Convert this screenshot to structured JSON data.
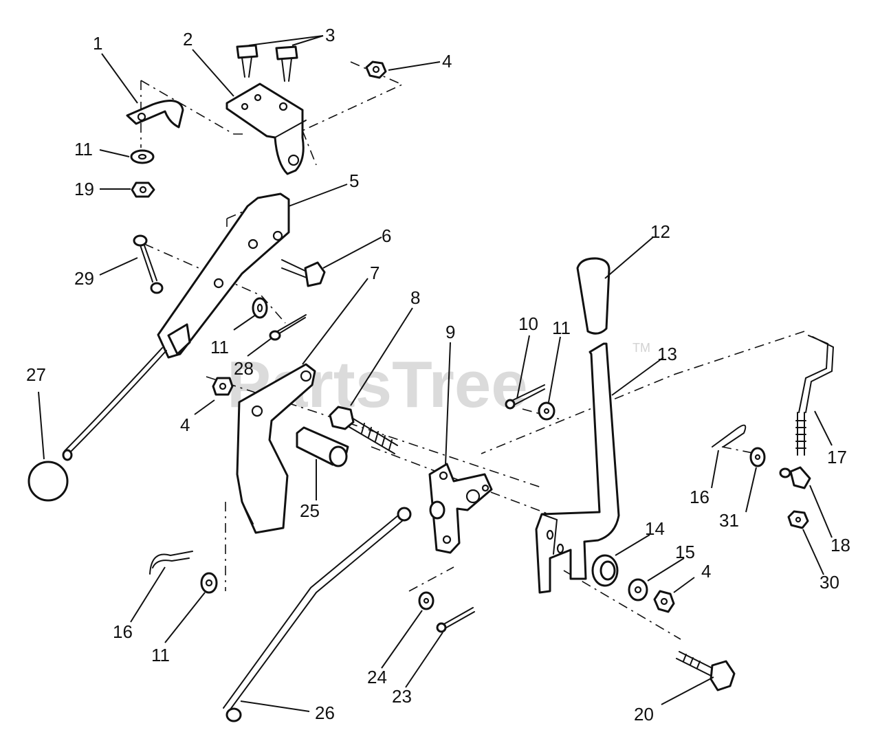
{
  "watermark": {
    "text": "PartsTree",
    "trademark": "TM"
  },
  "callouts": {
    "c1": "1",
    "c2": "2",
    "c3": "3",
    "c4a": "4",
    "c5": "5",
    "c6": "6",
    "c7": "7",
    "c8": "8",
    "c9": "9",
    "c10": "10",
    "c11a": "11",
    "c11b": "11",
    "c11c": "11",
    "c11d": "11",
    "c12": "12",
    "c13": "13",
    "c14": "14",
    "c15": "15",
    "c4b": "4",
    "c4c": "4",
    "c16a": "16",
    "c16b": "16",
    "c17": "17",
    "c18": "18",
    "c19": "19",
    "c20": "20",
    "c23": "23",
    "c24": "24",
    "c25": "25",
    "c26": "26",
    "c27": "27",
    "c28": "28",
    "c29": "29",
    "c30": "30",
    "c31": "31"
  }
}
